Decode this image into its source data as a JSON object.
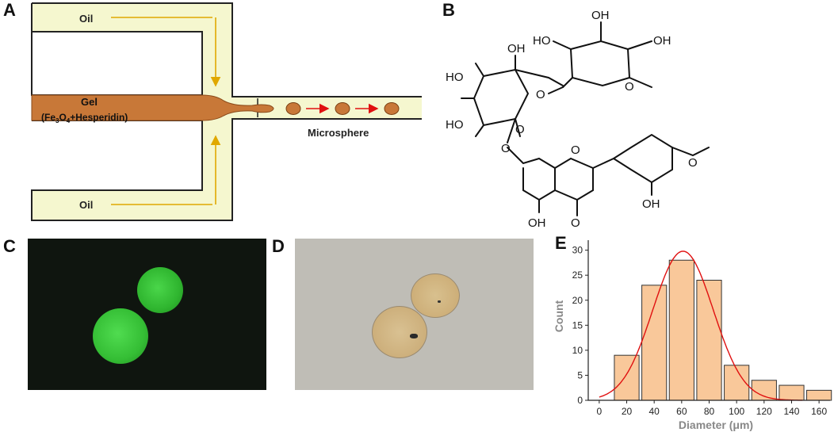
{
  "panels": {
    "a": {
      "letter": "A",
      "oil_top_label": "Oil",
      "oil_bottom_label": "Oil",
      "gel_label": "Gel",
      "gel_formula_prefix": "(Fe",
      "gel_sub1": "3",
      "gel_mid": "O",
      "gel_sub2": "4",
      "gel_suffix": "+Hesperidin)",
      "microsphere_label": "Microsphere",
      "colors": {
        "channel": "#f5f7cf",
        "gel": "#c87838",
        "arrow_oil": "#e0a800",
        "arrow_red": "#e01010"
      }
    },
    "b": {
      "letter": "B",
      "oh_label": "OH",
      "ho_label": "HO",
      "o_label": "O"
    },
    "c": {
      "letter": "C",
      "colors": {
        "background": "#0f150f",
        "sphere": "#2ec72e"
      }
    },
    "d": {
      "letter": "D",
      "colors": {
        "background": "#bfbdb6",
        "sphere": "#d8b98a"
      }
    },
    "e": {
      "letter": "E"
    }
  },
  "chart_data": {
    "type": "bar",
    "title": "",
    "xlabel": "Diameter (μm)",
    "ylabel": "Count",
    "categories": [
      "20",
      "40",
      "60",
      "80",
      "100",
      "120",
      "140",
      "160"
    ],
    "x": [
      20,
      40,
      60,
      80,
      100,
      120,
      140,
      160
    ],
    "values": [
      9,
      23,
      28,
      24,
      7,
      4,
      3,
      2
    ],
    "xlim": [
      -8,
      168
    ],
    "ylim": [
      0,
      32
    ],
    "xticks": [
      0,
      20,
      40,
      60,
      80,
      100,
      120,
      140,
      160
    ],
    "yticks": [
      0,
      5,
      10,
      15,
      20,
      25,
      30
    ],
    "bar_width": 18,
    "fit": {
      "type": "gaussian",
      "center": 61,
      "amplitude": 29.8,
      "sigma": 22,
      "x_from": 0,
      "x_to": 148
    },
    "colors": {
      "bar": "#f9c89a",
      "bar_edge": "#333333",
      "fit": "#e01010"
    },
    "grid": false
  }
}
